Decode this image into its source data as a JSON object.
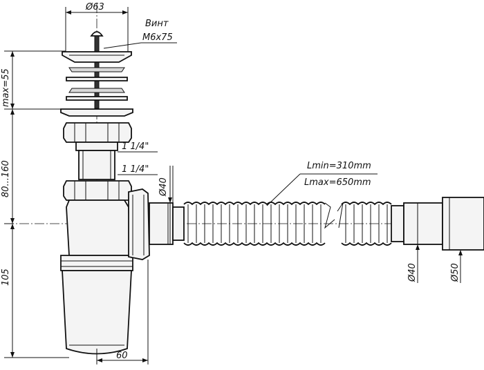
{
  "drawing": {
    "colors": {
      "ink": "#111111",
      "paper": "#ffffff",
      "fill": "#f4f4f4",
      "shade": "#d9d9d9"
    },
    "screw": {
      "label": "Винт",
      "size": "M6x75"
    },
    "dimensions": {
      "grate_diameter": "Ø63",
      "clamp_height": "max=55",
      "height_range": "80...160",
      "bottle_height": "105",
      "offset": "60",
      "thread_upper": "1 1/4\"",
      "thread_lower": "1 1/4\"",
      "outlet_diameter": "Ø40",
      "hose_inlet_diameter": "Ø40",
      "hose_outlet_diameter": "Ø50",
      "hose_length_min": "Lmin=310mm",
      "hose_length_max": "Lmax=650mm"
    }
  }
}
